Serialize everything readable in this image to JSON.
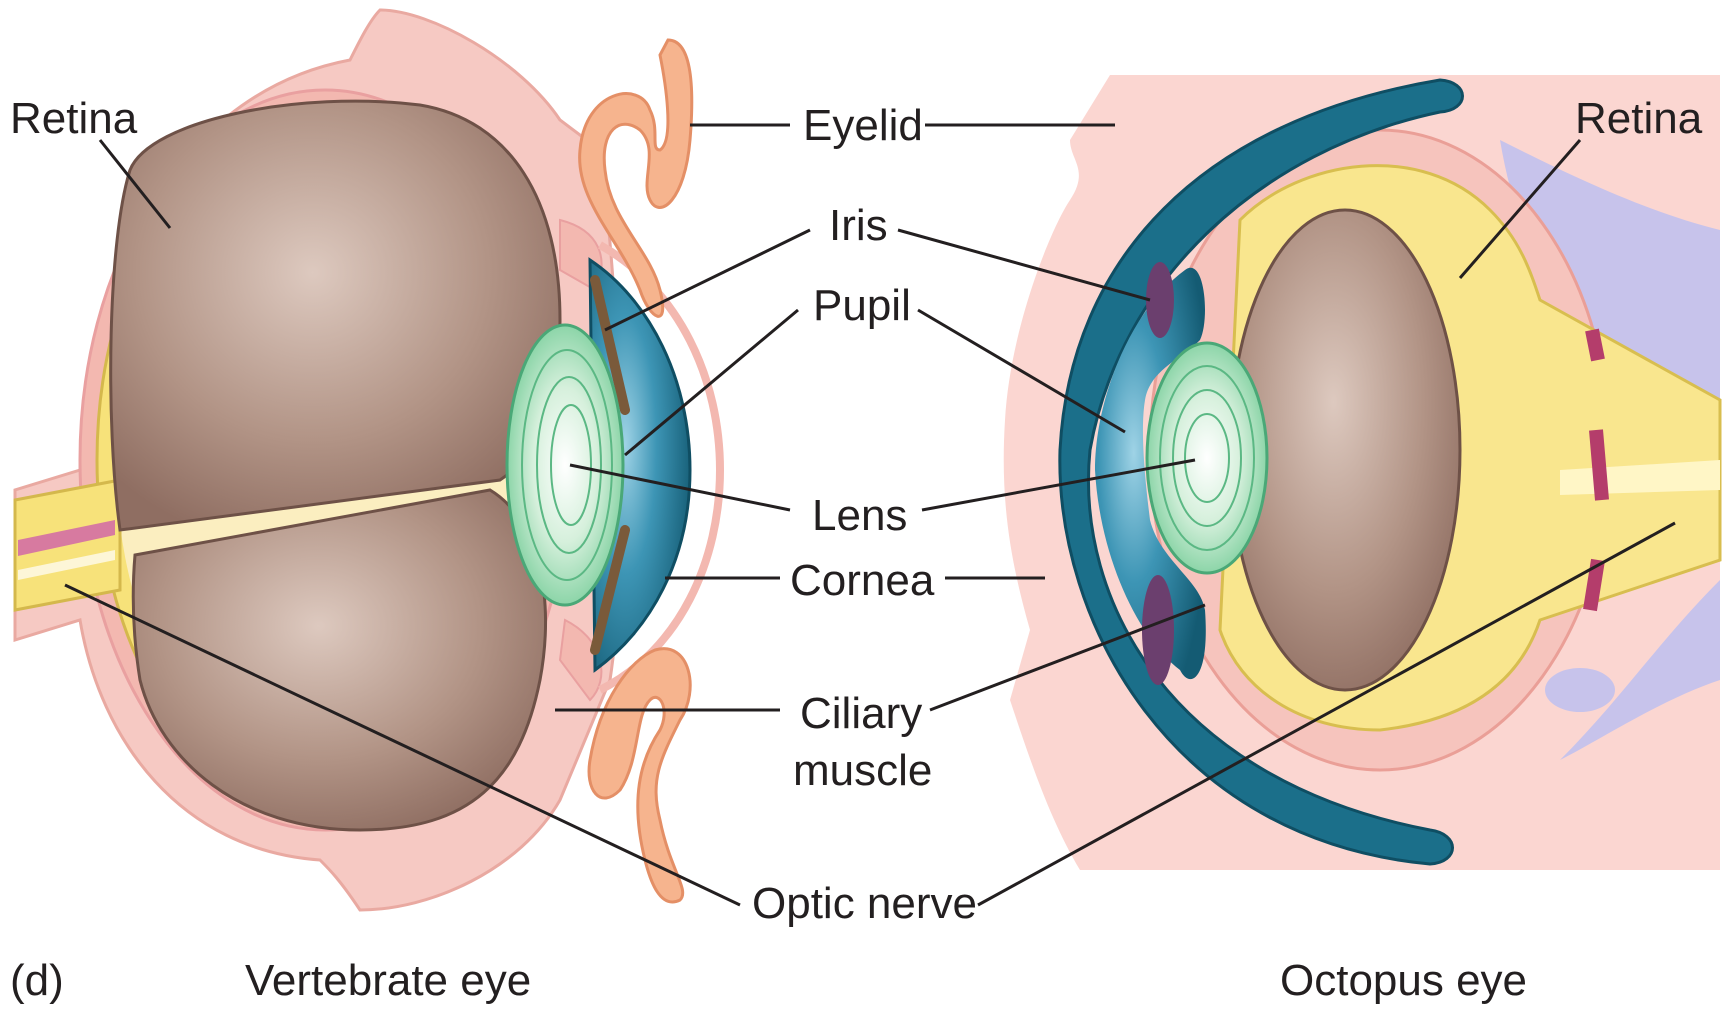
{
  "panel_letter": "(d)",
  "captions": {
    "vertebrate": "Vertebrate eye",
    "octopus": "Octopus eye"
  },
  "labels": {
    "retina_left": "Retina",
    "retina_right": "Retina",
    "eyelid": "Eyelid",
    "iris": "Iris",
    "pupil": "Pupil",
    "lens": "Lens",
    "cornea": "Cornea",
    "ciliary_line1": "Ciliary",
    "ciliary_line2": "muscle",
    "optic_nerve": "Optic nerve"
  },
  "colors": {
    "vitreous": "#a88a7c",
    "sclera": "#f6c9c3",
    "retina": "#f7e27a",
    "cornea_blue": "#1b6f8a",
    "lens_green": "#8fd3a8",
    "eyelid_orange": "#f6b48e",
    "iris_brown": "#7a5a3a",
    "octopus_bg": "#fbd6d1",
    "octopus_purple": "#b7b3e0"
  }
}
